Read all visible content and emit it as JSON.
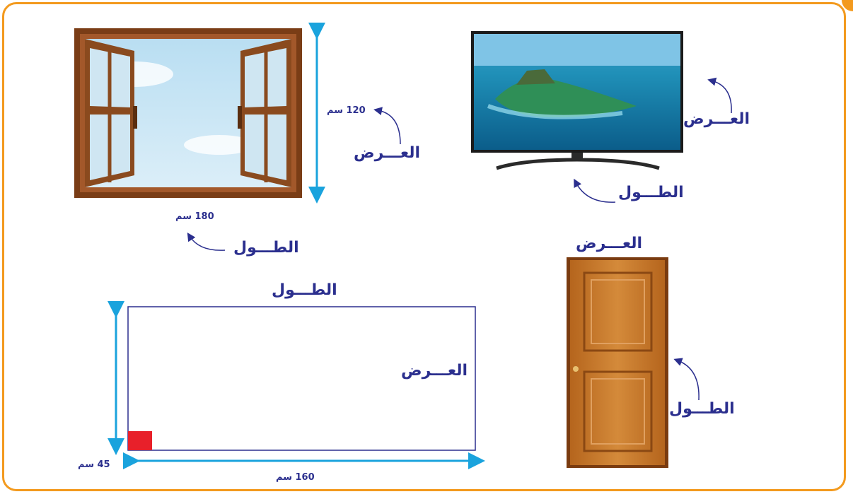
{
  "window": {
    "length_label": "الطـــول",
    "width_label": "العـــرض",
    "height_measure": "120 سم",
    "length_measure": "180 سم"
  },
  "tv": {
    "width_label": "العـــرض",
    "length_label": "الطـــول"
  },
  "rectangle": {
    "length_label": "الطـــول",
    "width_label": "العـــرض",
    "length_measure": "160 سم",
    "width_measure": "45 سم",
    "unit_square_color": "#e8202a"
  },
  "door": {
    "width_label": "العـــرض",
    "length_label": "الطـــول"
  },
  "colors": {
    "label_text": "#2b2f8e",
    "measure_arrow": "#1aa3dd",
    "frame_border": "#f39a1e"
  }
}
